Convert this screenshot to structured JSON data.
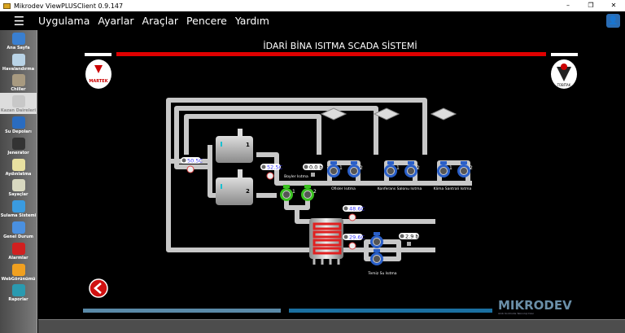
{
  "window": {
    "title": "Mikrodev ViewPLUSClient 0.9.147",
    "controls": [
      "–",
      "❐",
      "✕"
    ]
  },
  "menu": {
    "items": [
      "Uygulama",
      "Ayarlar",
      "Araçlar",
      "Pencere",
      "Yardım"
    ]
  },
  "sidebar": {
    "items": [
      {
        "label": "Ana Sayfa",
        "color": "#3a7fd0"
      },
      {
        "label": "Havalandırma",
        "color": "#b9d3e6"
      },
      {
        "label": "Chiller",
        "color": "#a89a80"
      },
      {
        "label": "Kazan Daireleri",
        "color": "#c8c8c8",
        "active": true
      },
      {
        "label": "Su Depoları",
        "color": "#2a6cc0"
      },
      {
        "label": "Jenerator",
        "color": "#333333"
      },
      {
        "label": "Aydınlatma",
        "color": "#e8e0a0"
      },
      {
        "label": "Sayaçlar",
        "color": "#d8d8c0"
      },
      {
        "label": "Sulama Sistemi",
        "color": "#3a9be0"
      },
      {
        "label": "Genel Durum",
        "color": "#4a90e0"
      },
      {
        "label": "Alarmlar",
        "color": "#d02020"
      },
      {
        "label": "WebGörünümü",
        "color": "#f0a020"
      },
      {
        "label": "Raporlar",
        "color": "#2a9ab0"
      }
    ]
  },
  "scada": {
    "title": "İDARİ BİNA ISITMA SCADA SİSTEMİ",
    "logo_left": "MARTEK",
    "logo_right": "TÜBİTAK",
    "boilers": [
      "1",
      "2"
    ],
    "pump_numbers": [
      "1",
      "2"
    ],
    "labels": {
      "boyler": "Boyler Isıtma",
      "ofisler": "Ofisler Isıtma",
      "konferans": "Konferans Salonu Isıtma",
      "klima": "Klima Santrali Isıtma",
      "temiz_su": "Temiz Su Isıtma"
    },
    "readings": {
      "t_return": "50.5C",
      "t_supply": "52.5C",
      "p_supply": "0.0 bar",
      "t_boyler_out": "48.6C",
      "t_boyler_in": "29.6C",
      "p_clean": "2.9 bar"
    },
    "brand": "MIKRODEV",
    "brand_sub": "Akıllı Kontrolde Teknoloji Devi",
    "colors": {
      "pipe": "#c8c8c8",
      "title_bar": "#e00000",
      "pump_blue": "#2a5fc8",
      "pump_green": "#3ac020",
      "coil": "#e02020",
      "value_text": "#3a3aff"
    }
  }
}
